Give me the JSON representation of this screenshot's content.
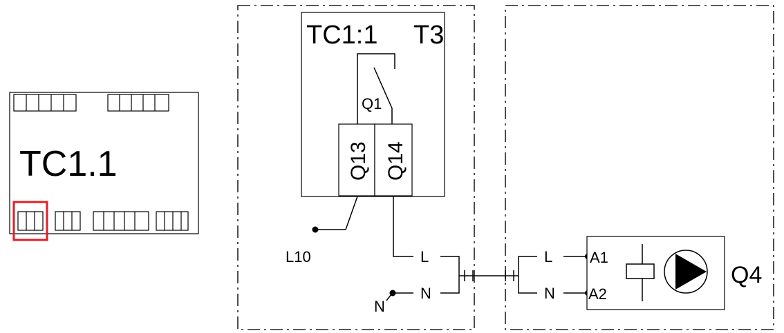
{
  "controller": {
    "label": "TC1.1",
    "highlight_color": "#e31e24"
  },
  "relay_module": {
    "title": "TC1:1",
    "title_right": "T3",
    "contact_label": "Q1",
    "terminal_left": "Q13",
    "terminal_right": "Q14"
  },
  "supply": {
    "l10": "L10",
    "n_source": "N",
    "l_out": "L",
    "n_out": "N"
  },
  "pump": {
    "l_in": "L",
    "n_in": "N",
    "a1": "A1",
    "a2": "A2",
    "label": "Q4",
    "icon": "pump-icon"
  }
}
